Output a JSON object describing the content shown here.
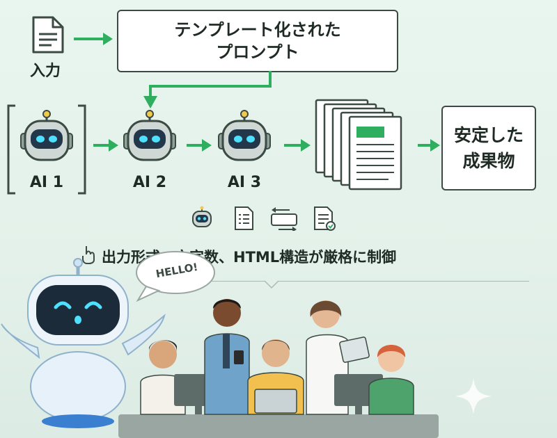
{
  "colors": {
    "accent": "#2fae5f",
    "line": "#3b4a43",
    "robot_eye": "#4fe0ff"
  },
  "input": {
    "label": "入力",
    "icon": "document-icon"
  },
  "template_box": {
    "line1": "テンプレート化された",
    "line2": "プロンプト"
  },
  "agents": [
    {
      "label": "AI 1"
    },
    {
      "label": "AI 2"
    },
    {
      "label": "AI 3"
    }
  ],
  "output_box": {
    "line1": "安定した",
    "line2": "成果物"
  },
  "caption_icons": [
    "robot-icon",
    "checklist-icon",
    "swap-arrows-icon",
    "approved-document-icon"
  ],
  "caption": "出力形式、文字数、HTML構造が厳格に制御",
  "speech_bubble": "HELLO!"
}
